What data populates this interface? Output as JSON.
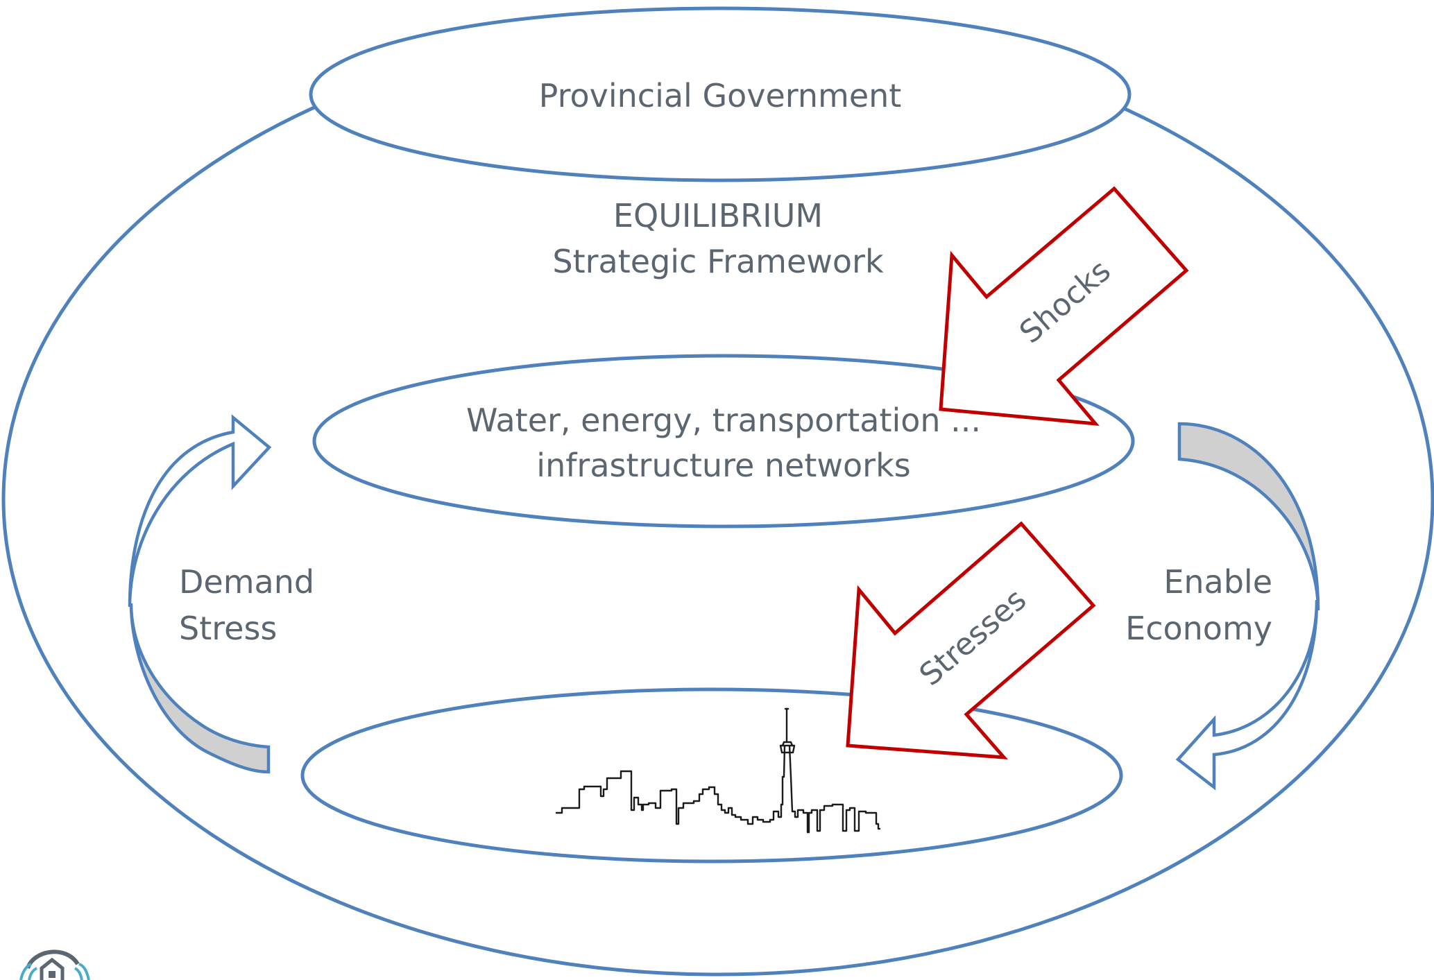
{
  "labels": {
    "outer_top": "Provincial Government",
    "framework_line1": "EQUILIBRIUM",
    "framework_line2": "Strategic Framework",
    "infra_line1": "Water, energy, transportation ...",
    "infra_line2": "infrastructure networks",
    "left_line1": "Demand",
    "left_line2": "Stress",
    "right_line1": "Enable",
    "right_line2": "Economy",
    "shocks": "Shocks",
    "stresses": "Stresses"
  },
  "colors": {
    "ellipse_stroke": "#4f81bd",
    "arrow_stroke": "#c00000",
    "text": "#5b6670",
    "curved_arrow_shade": "#d0d0d0"
  },
  "icons": {
    "city": "city-skyline-icon",
    "logo": "house-signal-logo-icon"
  }
}
